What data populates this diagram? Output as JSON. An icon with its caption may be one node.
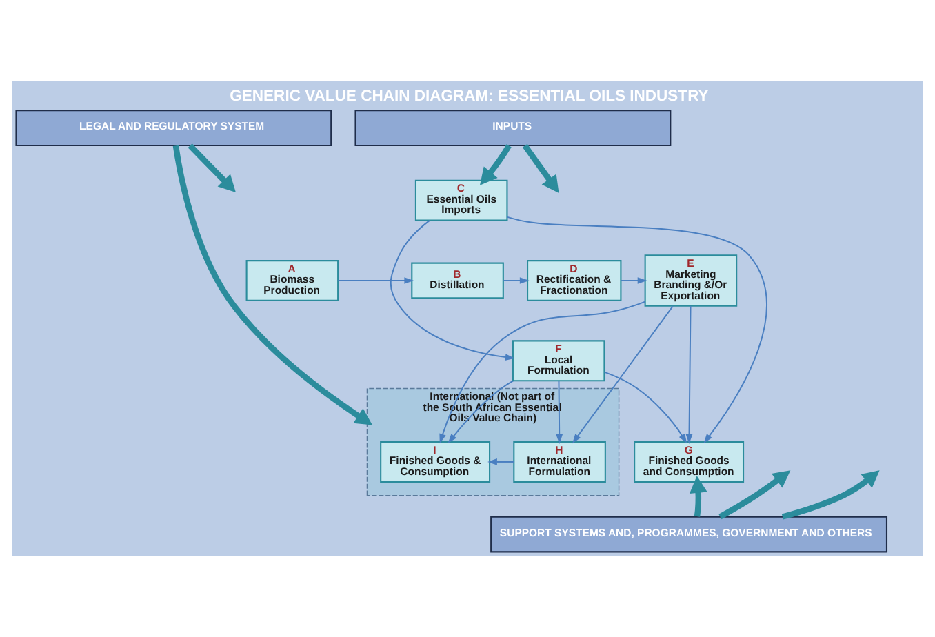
{
  "diagram": {
    "title": "GENERIC VALUE CHAIN DIAGRAM: ESSENTIAL OILS INDUSTRY",
    "nodes": [
      {
        "text": [
          "INPUTS"
        ]
      },
      {
        "text": [
          "LEGAL AND REGULATORY SYSTEM"
        ]
      },
      {
        "text": [
          "International (Not part of the South African Essential Oils Value Chain)"
        ]
      },
      {
        "text": [
          "C",
          "Essential Oils Imports"
        ]
      },
      {
        "text": [
          "A",
          "Biomass Production"
        ]
      },
      {
        "text": [
          "B",
          "Distillation"
        ]
      },
      {
        "text": [
          "D",
          "Rectification & Fractionation"
        ]
      },
      {
        "text": [
          "E",
          "Marketing Branding &/Or Exportation"
        ]
      },
      {
        "text": [
          "I",
          "Finished Goods & Consumption"
        ],
        "in": 2
      },
      {
        "text": [
          "F",
          "Local Formulation"
        ]
      },
      {
        "text": [
          "H",
          "International Formulation"
        ],
        "in": 2
      },
      {
        "text": [
          "G",
          "Finished Goods and Consumption"
        ]
      },
      {
        "text": [
          "SUPPORT SYSTEMS AND, PROGRAMMES, GOVERNMENT AND OTHERS"
        ]
      }
    ],
    "edges": [
      {
        "from": 0,
        "to": null,
        "arrow": "to",
        "style": "thick",
        "color": "#2b8c9c"
      },
      {
        "from": 0,
        "to": 3,
        "arrow": "to",
        "style": "thick",
        "color": "#2b8c9c"
      },
      {
        "from": 1,
        "to": null,
        "arrow": "to",
        "style": "thick",
        "color": "#2b8c9c"
      },
      {
        "from": 1,
        "to": 2,
        "arrow": "to",
        "style": "thick",
        "color": "#2b8c9c"
      },
      {
        "from": 4,
        "to": 5,
        "arrow": "to"
      },
      {
        "from": 5,
        "to": 6,
        "arrow": "to"
      },
      {
        "from": 6,
        "to": 7,
        "arrow": "to"
      },
      {
        "from": 3,
        "to": 9,
        "arrow": "to"
      },
      {
        "from": 3,
        "to": 11,
        "arrow": "to"
      },
      {
        "from": 7,
        "to": 8,
        "arrow": "to"
      },
      {
        "from": 7,
        "to": 10,
        "arrow": "to"
      },
      {
        "from": 7,
        "to": 11,
        "arrow": "to"
      },
      {
        "from": 9,
        "to": 10,
        "arrow": "to"
      },
      {
        "from": 9,
        "to": 8,
        "arrow": "to"
      },
      {
        "from": 9,
        "to": 11,
        "arrow": "to"
      },
      {
        "from": 10,
        "to": 8,
        "arrow": "to"
      },
      {
        "from": 12,
        "to": null,
        "arrow": "to",
        "style": "thick",
        "color": "#2b8c9c"
      },
      {
        "from": 12,
        "to": null,
        "arrow": "to",
        "style": "thick",
        "color": "#2b8c9c"
      },
      {
        "from": 12,
        "to": 11,
        "arrow": "to",
        "style": "thick",
        "color": "#2b8c9c"
      }
    ]
  }
}
